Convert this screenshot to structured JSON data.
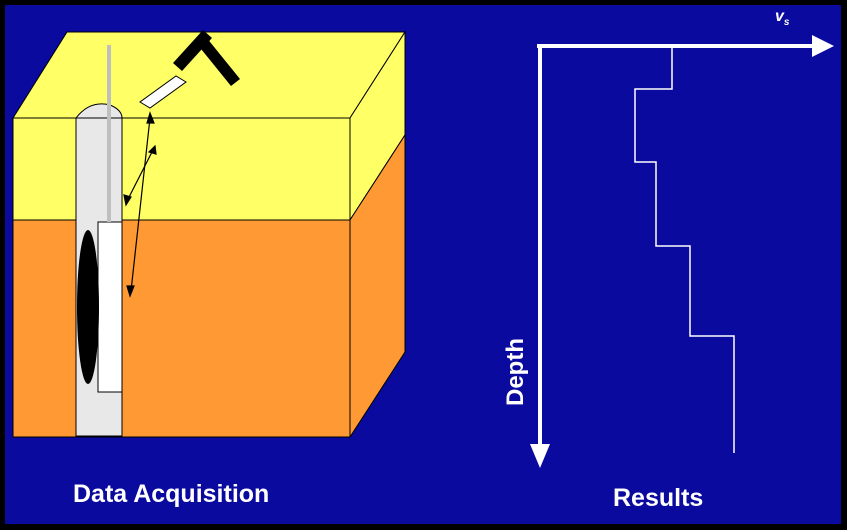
{
  "diagram": {
    "left_caption": "Data Acquisition",
    "right_caption": "Results",
    "depth_axis_label": "Depth",
    "velocity_axis_label": "v",
    "velocity_axis_subscript": "s"
  },
  "colors": {
    "background": "#0A0A9E",
    "upper_layer_top": "#FFFF66",
    "upper_layer_front": "#FFFF66",
    "lower_layer": "#FF9933",
    "borehole": "#E8E8E8",
    "axis": "#FFFFFF"
  }
}
